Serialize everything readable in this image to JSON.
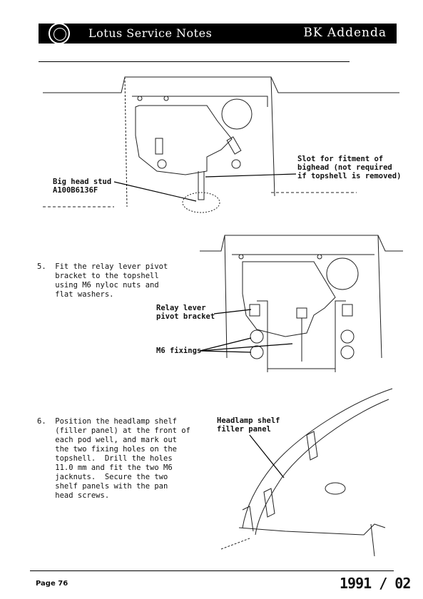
{
  "header": {
    "title": "Lotus Service Notes",
    "section": "BK  Addenda"
  },
  "figure1": {
    "label_stud": "Big head stud\nA100B6136F",
    "label_slot": "Slot for fitment of\nbighead (not required\nif topshell is removed)"
  },
  "step5": {
    "text": "5.  Fit the relay lever pivot\n    bracket to the topshell\n    using M6 nyloc nuts and\n    flat washers.",
    "label_bracket": "Relay lever\npivot bracket",
    "label_fixings": "M6 fixings"
  },
  "step6": {
    "text": "6.  Position the headlamp shelf\n    (filler panel) at the front of\n    each pod well, and mark out\n    the two fixing holes on the\n    topshell.  Drill the holes\n    11.0 mm and fit the two M6\n    jacknuts.  Secure the two\n    shelf panels with the pan\n    head screws.",
    "label_shelf": "Headlamp shelf\nfiller panel"
  },
  "footer": {
    "page": "Page 76",
    "issue": "1991 / 02"
  }
}
